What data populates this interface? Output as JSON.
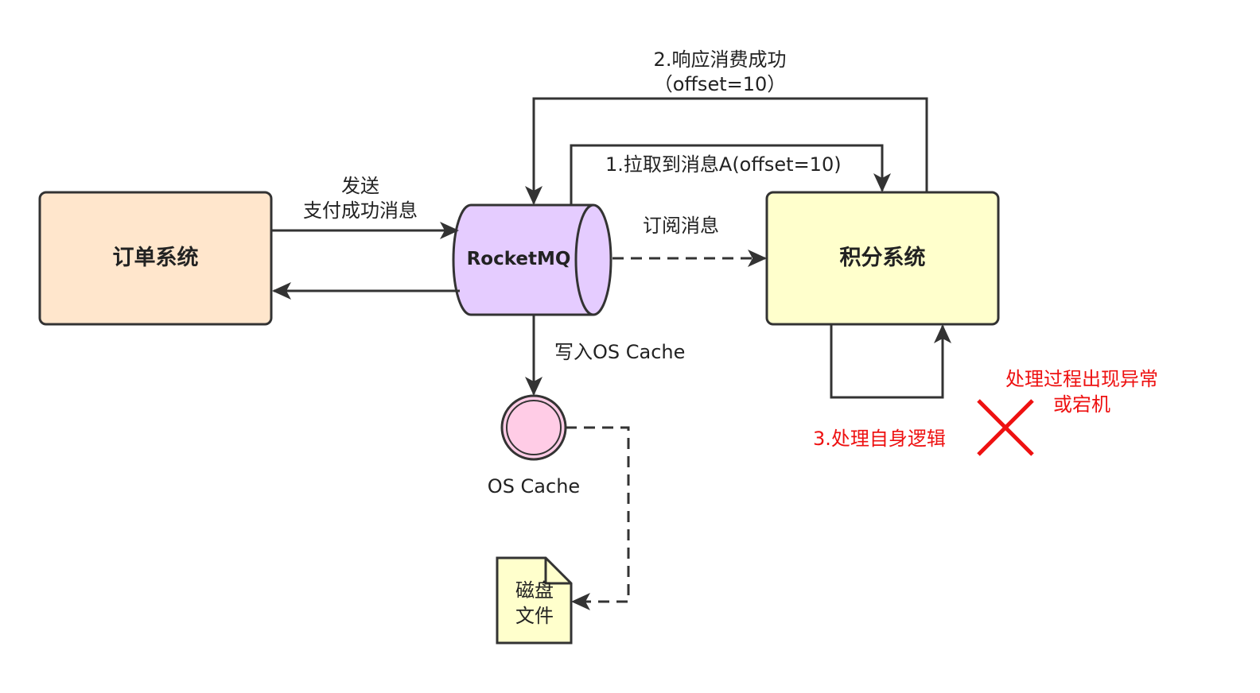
{
  "nodes": {
    "order_system": "订单系统",
    "rocketmq": "RocketMQ",
    "points_system": "积分系统",
    "os_cache": "OS Cache",
    "disk_file": {
      "line1": "磁盘",
      "line2": "文件"
    }
  },
  "edges": {
    "send_line1": "发送",
    "send_line2": "支付成功消息",
    "subscribe": "订阅消息",
    "pull": "1.拉取到消息A(offset=10)",
    "respond_line1": "2.响应消费成功",
    "respond_line2": "（offset=10）",
    "write_cache": "写入OS Cache",
    "process_self": "3.处理自身逻辑"
  },
  "failure": {
    "line1": "处理过程出现异常",
    "line2": "或宕机"
  },
  "colors": {
    "order_fill": "#ffe6cc",
    "mq_fill": "#e5ccff",
    "points_fill": "#ffffcc",
    "cache_fill": "#ffcce6",
    "disk_fill": "#ffffcc",
    "stroke": "#333333",
    "error": "#ee1111"
  }
}
